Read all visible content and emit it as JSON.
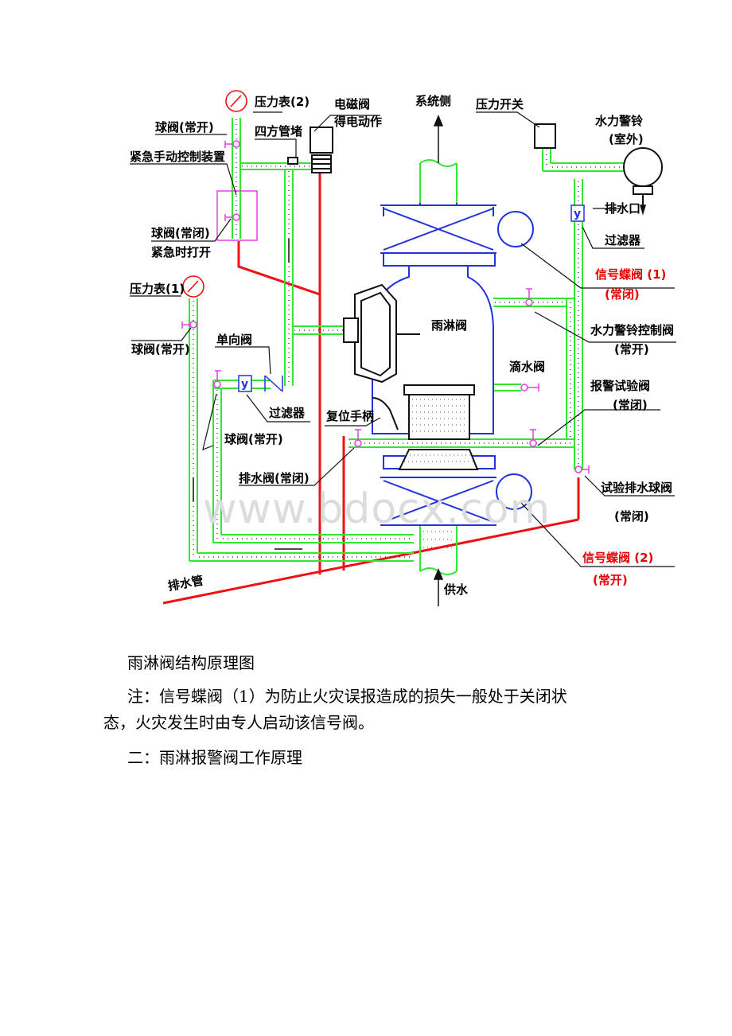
{
  "diagram": {
    "labels": {
      "system_side": "系统侧",
      "pressure_gauge_2": "压力表(2)",
      "solenoid_valve": "电磁阀",
      "solenoid_action": "得电动作",
      "pressure_switch": "压力开关",
      "water_bell": "水力警铃",
      "outdoor": "(室外)",
      "ball_valve_open_top": "球阀(常开)",
      "four_way_plug": "四方管堵",
      "emergency_device": "紧急手动控制装置",
      "drain_outlet": "排水口",
      "filter_right": "过滤器",
      "ball_valve_closed": "球阀(常闭)",
      "emergency_open": "紧急时打开",
      "signal_valve_1": "信号蝶阀 (1)",
      "signal_valve_1_state": "(常闭)",
      "pressure_gauge_1": "压力表(1)",
      "bell_control_valve": "水力警铃控制阀",
      "bell_control_state": "(常开)",
      "deluge_valve": "雨淋阀",
      "check_valve": "单向阀",
      "ball_valve_open_left": "球阀(常开)",
      "drip_valve": "滴水阀",
      "alarm_test_valve": "报警试验阀",
      "alarm_test_state": "(常闭)",
      "filter_left": "过滤器",
      "reset_handle": "复位手柄",
      "ball_valve_open_bottom": "球阀(常开)",
      "drain_valve": "排水阀(常闭)",
      "test_drain_valve": "试验排水球阀",
      "test_drain_state": "(常闭)",
      "drain_pipe": "排水管",
      "signal_valve_2": "信号蝶阀 (2)",
      "signal_valve_2_state": "(常开)",
      "water_supply": "供水",
      "filter_symbol": "y"
    },
    "colors": {
      "green_pipe": "#33e633",
      "red_pipe": "#ee1111",
      "blue_outline": "#2233dd",
      "magenta_valve": "#e040e0",
      "label_red": "#e60000"
    }
  },
  "watermark": "www.bdocx.com",
  "text": {
    "caption": "雨淋阀结构原理图",
    "note_line1": "注：信号蝶阀（1）为防止火灾误报造成的损失一般处于关闭状",
    "note_line2": "态，火灾发生时由专人启动该信号阀。",
    "section_heading": "二：雨淋报警阀工作原理"
  }
}
